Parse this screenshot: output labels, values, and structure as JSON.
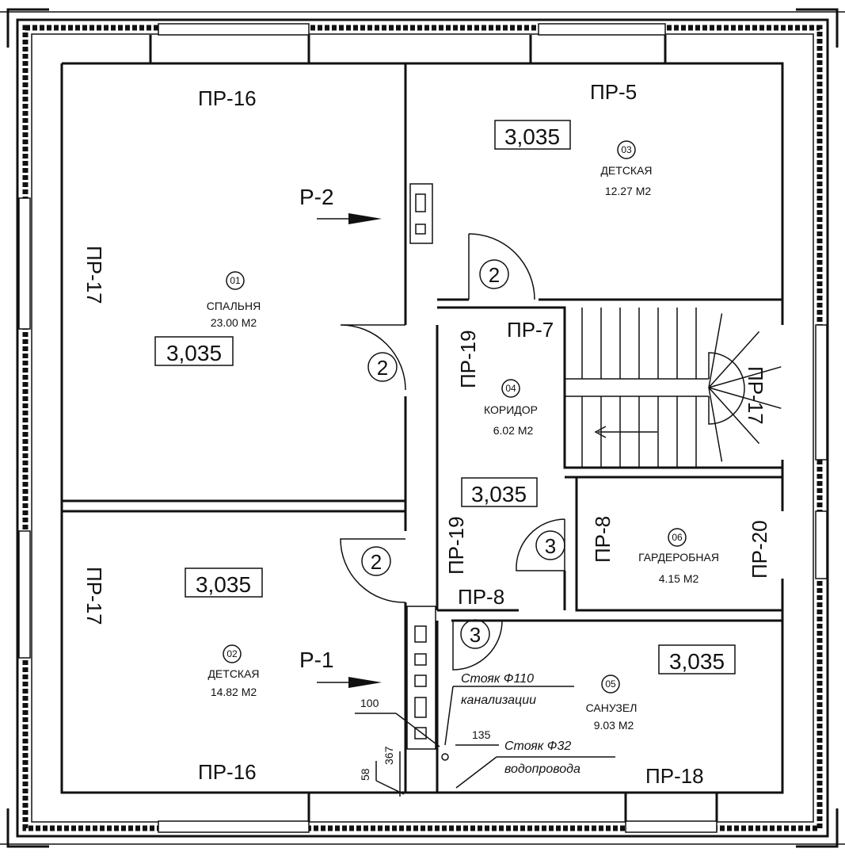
{
  "plan": {
    "rooms": [
      {
        "number": "01",
        "name": "СПАЛЬНЯ",
        "area": "23.00  М2"
      },
      {
        "number": "02",
        "name": "ДЕТСКАЯ",
        "area": "14.82  М2"
      },
      {
        "number": "03",
        "name": "ДЕТСКАЯ",
        "area": "12.27  М2"
      },
      {
        "number": "04",
        "name": "КОРИДОР",
        "area": "6.02  М2"
      },
      {
        "number": "05",
        "name": "САНУЗЕЛ",
        "area": "9.03  М2"
      },
      {
        "number": "06",
        "name": "ГАРДЕРОБНАЯ",
        "area": "4.15  М2"
      }
    ],
    "level_marks": [
      "3,035",
      "3,035",
      "3,035",
      "3,035",
      "3,035"
    ],
    "wall_labels": {
      "pr16_top": "ПР-16",
      "pr16_bottom": "ПР-16",
      "pr5": "ПР-5",
      "pr17_left_top": "ПР-17",
      "pr17_left_bottom": "ПР-17",
      "pr17_stair": "ПР-17",
      "pr7": "ПР-7",
      "pr19_top": "ПР-19",
      "pr19_bottom": "ПР-19",
      "pr8_vertical": "ПР-8",
      "pr8_horizontal": "ПР-8",
      "pr20": "ПР-20",
      "pr18": "ПР-18"
    },
    "sections": {
      "p2": "Р-2",
      "p1": "Р-1"
    },
    "doors": [
      "2",
      "2",
      "2",
      "3",
      "3"
    ],
    "notes": {
      "sewer_line1": "Стояк Ф110",
      "sewer_line2": "канализации",
      "water_line1": "Стояк Ф32",
      "water_line2": "водопровода"
    },
    "dimensions": [
      "100",
      "367",
      "58",
      "135"
    ]
  }
}
